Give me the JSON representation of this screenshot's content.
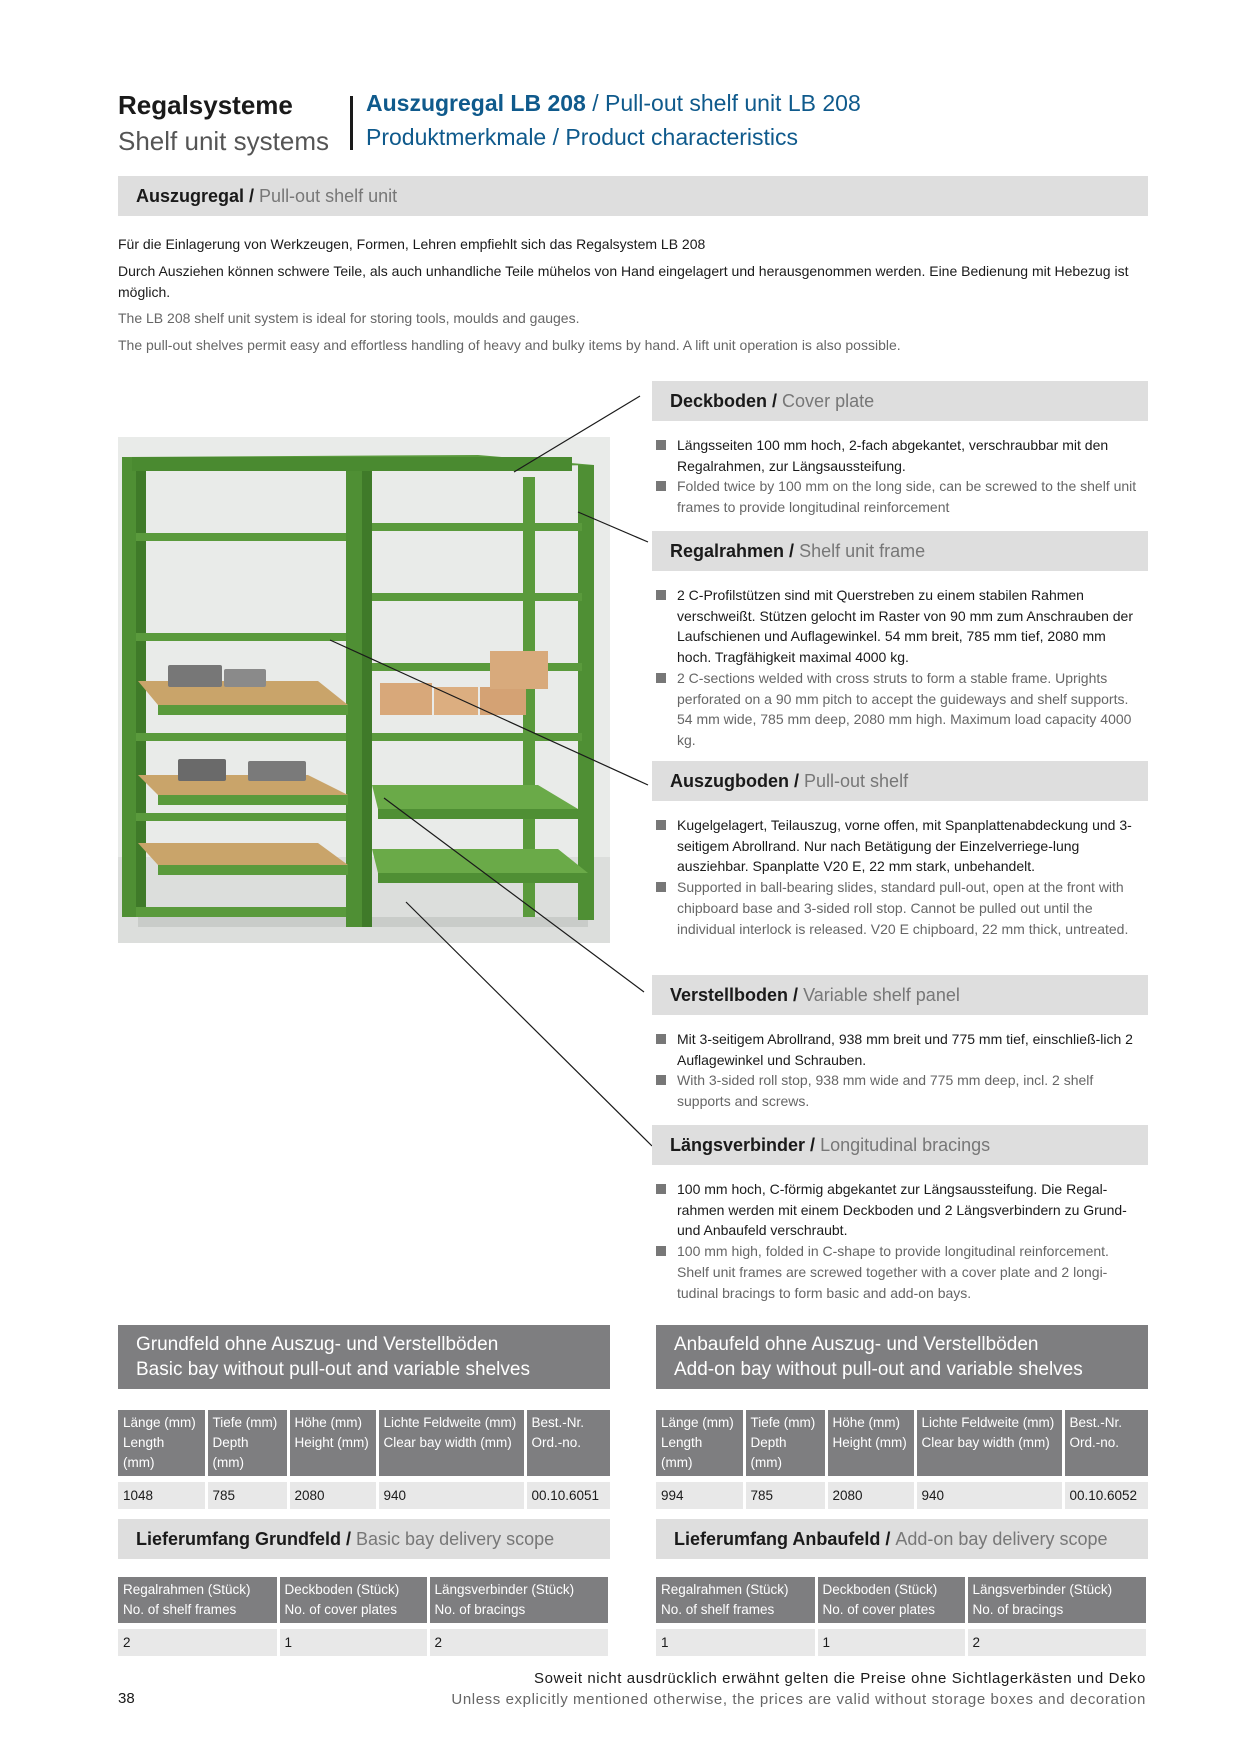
{
  "header": {
    "left_title": "Regalsysteme",
    "left_subtitle": "Shelf unit systems",
    "right_title_de": "Auszugregal LB 208",
    "right_title_en": " / Pull-out shelf unit LB 208",
    "right_subtitle": "Produktmerkmale / Product characteristics"
  },
  "intro": {
    "bar_de": "Auszugregal",
    "bar_en": "Pull-out shelf unit",
    "de_1": "Für die Einlagerung von Werkzeugen, Formen, Lehren empfiehlt sich das Regalsystem LB 208",
    "de_2": "Durch Ausziehen können schwere Teile, als auch unhandliche Teile mühelos von Hand eingelagert und herausgenommen werden. Eine Bedienung mit Hebezug ist möglich.",
    "en_1": "The LB 208 shelf unit system is ideal for storing tools, moulds and gauges.",
    "en_2": "The pull-out shelves permit easy and effortless handling of heavy and bulky items by hand. A lift unit operation is also possible."
  },
  "sections": [
    {
      "title_de": "Deckboden",
      "title_en": "Cover plate",
      "de": "Längsseiten 100 mm hoch, 2-fach abgekantet, verschraubbar mit den Regalrahmen, zur Längsaussteifung.",
      "en": "Folded twice by 100 mm on the long side, can be screwed to the shelf unit frames to provide longitudinal reinforcement"
    },
    {
      "title_de": "Regalrahmen",
      "title_en": "Shelf unit frame",
      "de": "2 C-Profilstützen sind mit Querstreben zu einem stabilen Rahmen verschweißt. Stützen gelocht im Raster von 90 mm zum Anschrauben der Laufschienen und Auflagewinkel. 54 mm breit, 785 mm tief, 2080 mm hoch. Tragfähigkeit maximal 4000 kg.",
      "en": "2 C-sections welded with cross struts to form a stable frame. Uprights perforated on a 90 mm pitch to accept the guideways and shelf supports. 54 mm wide, 785 mm deep, 2080 mm high. Maximum load capacity 4000 kg."
    },
    {
      "title_de": "Auszugboden",
      "title_en": "Pull-out shelf",
      "de": "Kugelgelagert, Teilauszug, vorne offen, mit Spanplattenabdeckung und 3-seitigem Abrollrand. Nur nach Betätigung der Einzelverriege-lung ausziehbar. Spanplatte V20 E, 22 mm stark, unbehandelt.",
      "en": "Supported in ball-bearing slides, standard pull-out, open at the front with chipboard base and 3-sided roll stop. Cannot be pulled out until the individual interlock is released. V20 E chipboard, 22 mm thick, untreated."
    },
    {
      "title_de": "Verstellboden",
      "title_en": "Variable shelf panel",
      "de": "Mit 3-seitigem Abrollrand, 938 mm breit und 775 mm tief, einschließ-lich 2 Auflagewinkel und Schrauben.",
      "en": "With 3-sided roll stop, 938 mm wide and 775 mm deep, incl. 2 shelf supports and screws."
    },
    {
      "title_de": "Längsverbinder",
      "title_en": "Longitudinal bracings",
      "de": "100 mm hoch, C-förmig abgekantet zur Längsaussteifung. Die Regal-rahmen werden mit einem Deckboden und 2 Längsverbindern zu Grund- und Anbaufeld verschraubt.",
      "en": "100 mm high, folded in C-shape to provide longitudinal reinforcement. Shelf unit frames are screwed together with a cover plate and 2 longi-tudinal bracings to form basic and add-on bays."
    }
  ],
  "basic_bay": {
    "title_de": "Grundfeld ohne Auszug- und Verstellböden",
    "title_en": "Basic bay without pull-out and variable shelves",
    "headers": [
      [
        "Länge (mm)",
        "Length (mm)"
      ],
      [
        "Tiefe (mm)",
        "Depth (mm)"
      ],
      [
        "Höhe (mm)",
        "Height (mm)"
      ],
      [
        "Lichte Feldweite (mm)",
        "Clear bay width (mm)"
      ],
      [
        "Best.-Nr.",
        "Ord.-no."
      ]
    ],
    "row": [
      "1048",
      "785",
      "2080",
      "940",
      "00.10.6051"
    ],
    "scope_de": "Lieferumfang Grundfeld",
    "scope_en": "Basic bay delivery scope",
    "scope_headers": [
      [
        "Regalrahmen (Stück)",
        "No. of shelf frames"
      ],
      [
        "Deckboden (Stück)",
        "No. of cover plates"
      ],
      [
        "Längsverbinder (Stück)",
        "No. of bracings"
      ]
    ],
    "scope_row": [
      "2",
      "1",
      "2"
    ]
  },
  "addon_bay": {
    "title_de": "Anbaufeld ohne Auszug- und Verstellböden",
    "title_en": "Add-on bay without pull-out and variable shelves",
    "headers": [
      [
        "Länge (mm)",
        "Length (mm)"
      ],
      [
        "Tiefe (mm)",
        "Depth (mm)"
      ],
      [
        "Höhe (mm)",
        "Height (mm)"
      ],
      [
        "Lichte Feldweite (mm)",
        "Clear bay width (mm)"
      ],
      [
        "Best.-Nr.",
        "Ord.-no."
      ]
    ],
    "row": [
      "994",
      "785",
      "2080",
      "940",
      "00.10.6052"
    ],
    "scope_de": "Lieferumfang Anbaufeld",
    "scope_en": "Add-on bay delivery scope",
    "scope_headers": [
      [
        "Regalrahmen (Stück)",
        "No. of shelf frames"
      ],
      [
        "Deckboden (Stück)",
        "No. of cover plates"
      ],
      [
        "Längsverbinder (Stück)",
        "No. of bracings"
      ]
    ],
    "scope_row": [
      "1",
      "1",
      "2"
    ]
  },
  "footer": {
    "page": "38",
    "note_de": "Soweit nicht ausdrücklich erwähnt gelten die Preise ohne Sichtlagerkästen und Deko",
    "note_en": "Unless explicitly mentioned otherwise, the prices are valid without storage boxes and decoration"
  },
  "colors": {
    "accent_blue": "#0f5a8c",
    "shelf_green": "#5a9a3c",
    "bar_gray": "#dedede",
    "dark_gray": "#7e7e80"
  }
}
